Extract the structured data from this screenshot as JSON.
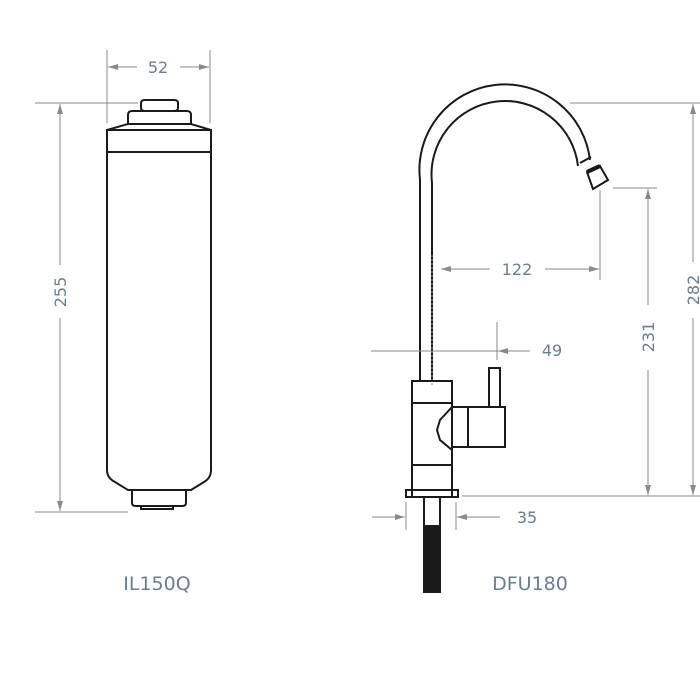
{
  "colors": {
    "outline": "#1a1a1a",
    "dimension_line": "#8a8a8a",
    "text": "#6a7d95",
    "background": "#ffffff"
  },
  "products": [
    {
      "name": "IL150Q",
      "type": "inline filter cartridge",
      "dimensions": {
        "width": "52",
        "height": "255"
      }
    },
    {
      "name": "DFU180",
      "type": "drinking water faucet",
      "dimensions": {
        "spout_reach": "122",
        "handle_offset": "49",
        "spout_clearance": "231",
        "total_height": "282",
        "base_width": "35"
      }
    }
  ]
}
